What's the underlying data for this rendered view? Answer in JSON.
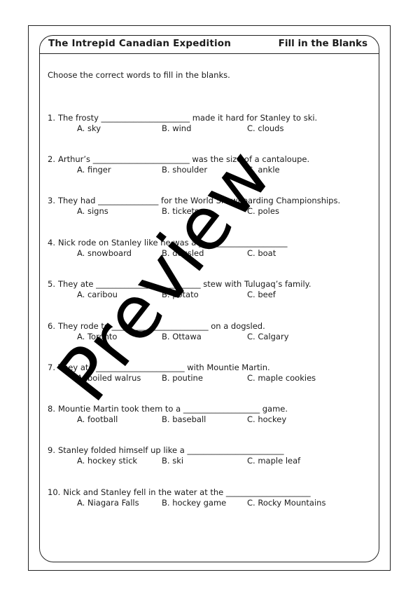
{
  "header": {
    "title": "The Intrepid Canadian Expedition",
    "subtitle": "Fill in the Blanks"
  },
  "instructions": "Choose the correct words to fill in the blanks.",
  "questions": [
    {
      "num": "1.",
      "text": "The frosty ______________________ made it hard for Stanley to ski.",
      "options": [
        "A. sky",
        "B. wind",
        "C. clouds"
      ]
    },
    {
      "num": "2.",
      "text": "Arthur’s ________________________ was the size of a cantaloupe.",
      "options": [
        "A. finger",
        "B. shoulder",
        "C. ankle"
      ]
    },
    {
      "num": "3.",
      "text": "They had _______________ for the World Snowboarding Championships.",
      "options": [
        "A. signs",
        "B. tickets",
        "C. poles"
      ]
    },
    {
      "num": "4.",
      "text": "Nick rode on Stanley like he was a ______________________",
      "options": [
        "A. snowboard",
        "B. dogsled",
        "C. boat"
      ]
    },
    {
      "num": "5.",
      "text": "They ate __________________________ stew with Tulugaq’s family.",
      "options": [
        "A. caribou",
        "B. potato",
        "C. beef"
      ]
    },
    {
      "num": "6.",
      "text": "They rode to ________________________ on a dogsled.",
      "options": [
        "A. Toronto",
        "B. Ottawa",
        "C. Calgary"
      ]
    },
    {
      "num": "7.",
      "text": "They ate ______________________ with Mountie Martin.",
      "options": [
        "A. boiled walrus",
        "B. poutine",
        "C. maple cookies"
      ]
    },
    {
      "num": "8.",
      "text": "Mountie Martin took them to a ___________________ game.",
      "options": [
        "A. football",
        "B. baseball",
        "C. hockey"
      ]
    },
    {
      "num": "9.",
      "text": "Stanley folded himself up like a ________________________",
      "options": [
        "A. hockey stick",
        "B. ski",
        "C. maple leaf"
      ]
    },
    {
      "num": "10.",
      "text": "Nick and Stanley fell in the water at the _____________________",
      "options": [
        "A. Niagara Falls",
        "B. hockey game",
        "C. Rocky Mountains"
      ]
    }
  ],
  "watermark": "Preview"
}
